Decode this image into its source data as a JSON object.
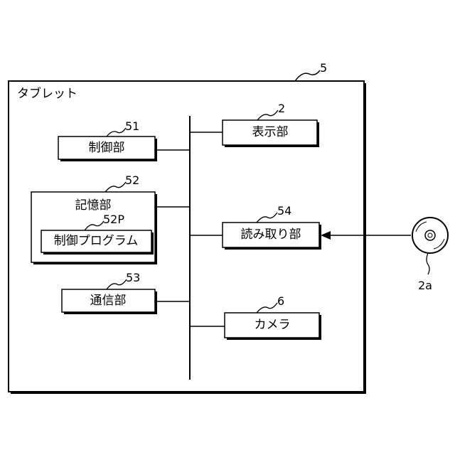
{
  "tablet": {
    "ref": "5",
    "label": "タブレット"
  },
  "blocks": {
    "display": {
      "ref": "2",
      "label": "表示部"
    },
    "control": {
      "ref": "51",
      "label": "制御部"
    },
    "storage": {
      "ref": "52",
      "label": "記憶部"
    },
    "program": {
      "ref": "52P",
      "label": "制御プログラム"
    },
    "reader": {
      "ref": "54",
      "label": "読み取り部"
    },
    "comm": {
      "ref": "53",
      "label": "通信部"
    },
    "camera": {
      "ref": "6",
      "label": "カメラ"
    }
  },
  "disc": {
    "ref": "2a",
    "icon": "disc-icon"
  }
}
